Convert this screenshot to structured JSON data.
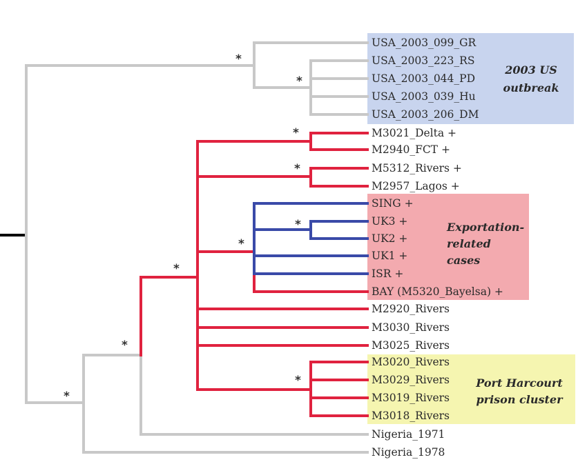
{
  "colors": {
    "gray_branch": "#c8c8c8",
    "red_branch": "#e0223f",
    "blue_branch": "#3a4aa8",
    "root_stub": "#000000",
    "us_box": "#c8d4ee",
    "export_box": "#f3aaaf",
    "prison_box": "#f5f5b0"
  },
  "groups": {
    "us_outbreak": [
      "2003 US",
      "outbreak"
    ],
    "exportation": [
      "Exportation-",
      "related",
      "cases"
    ],
    "prison": [
      "Port Harcourt",
      "prison cluster"
    ]
  },
  "support_marker": "*",
  "leaves": [
    "USA_2003_099_GR",
    "USA_2003_223_RS",
    "USA_2003_044_PD",
    "USA_2003_039_Hu",
    "USA_2003_206_DM",
    "M3021_Delta +",
    "M2940_FCT +",
    "M5312_Rivers +",
    "M2957_Lagos +",
    "SING +",
    "UK3 +",
    "UK2 +",
    "UK1 +",
    "ISR +",
    "BAY (M5320_Bayelsa) +",
    "M2920_Rivers",
    "M3030_Rivers",
    "M3025_Rivers",
    "M3020_Rivers",
    "M3029_Rivers",
    "M3019_Rivers",
    "M3018_Rivers",
    "Nigeria_1971",
    "Nigeria_1978"
  ]
}
